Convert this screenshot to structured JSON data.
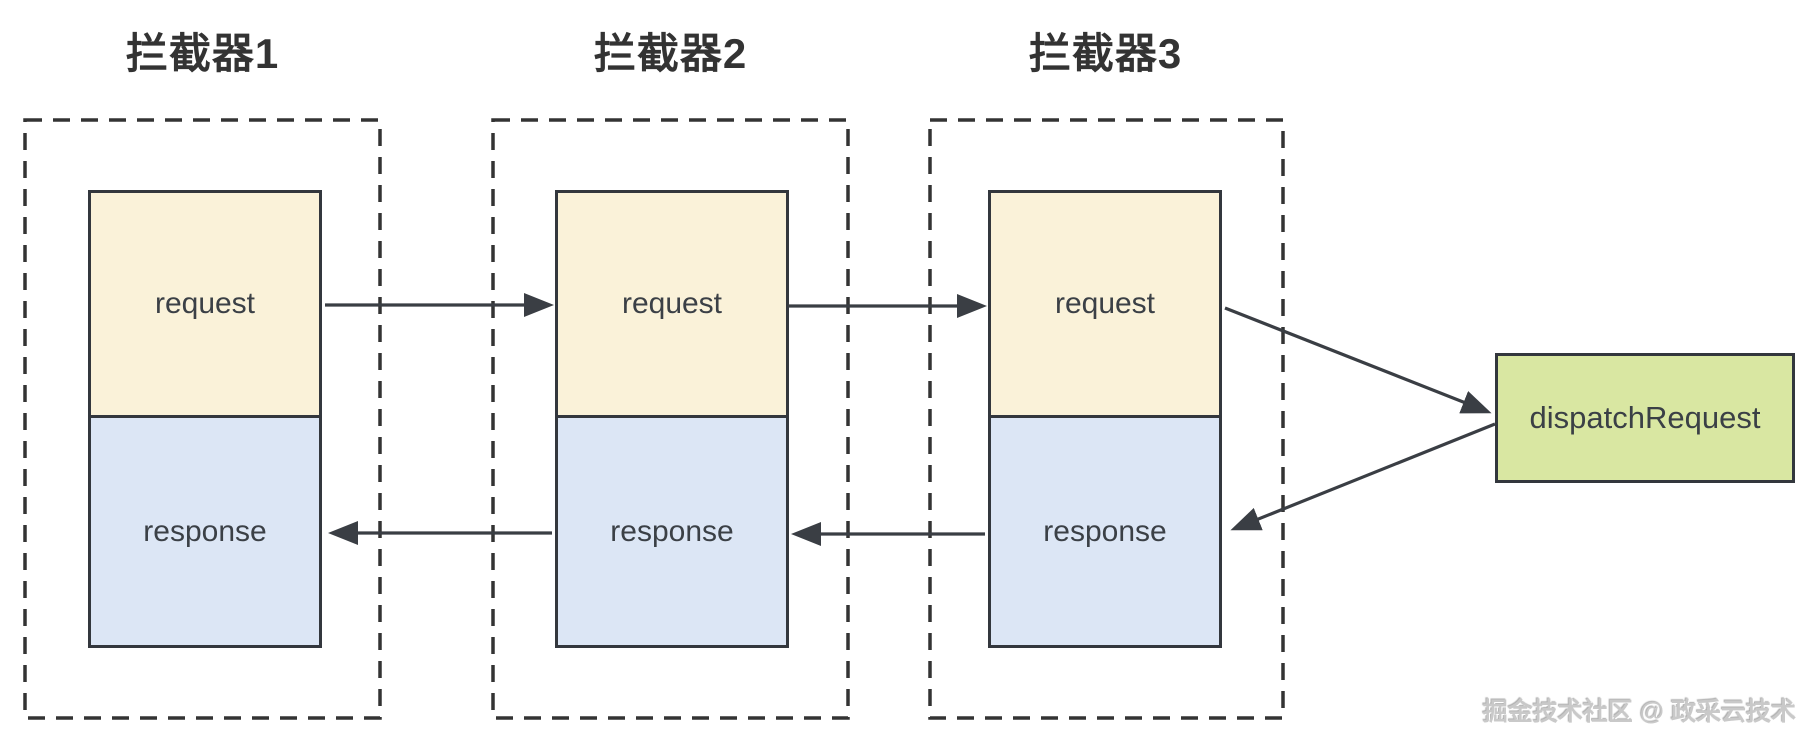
{
  "interceptors": [
    {
      "title": "拦截器1",
      "request": "request",
      "response": "response"
    },
    {
      "title": "拦截器2",
      "request": "request",
      "response": "response"
    },
    {
      "title": "拦截器3",
      "request": "request",
      "response": "response"
    }
  ],
  "dispatch": {
    "label": "dispatchRequest"
  },
  "watermark": {
    "text": "掘金技术社区 @ 政采云技术"
  },
  "colors": {
    "request_fill": "#faf2d9",
    "response_fill": "#dce6f5",
    "dispatch_fill": "#d9e7a2",
    "box_border": "#33373d",
    "dashed_border": "#333333",
    "arrow": "#3a3e44",
    "title_text": "#333333",
    "label_text": "#3b4046",
    "watermark_text": "#c9c9c9",
    "bg": "#ffffff"
  }
}
